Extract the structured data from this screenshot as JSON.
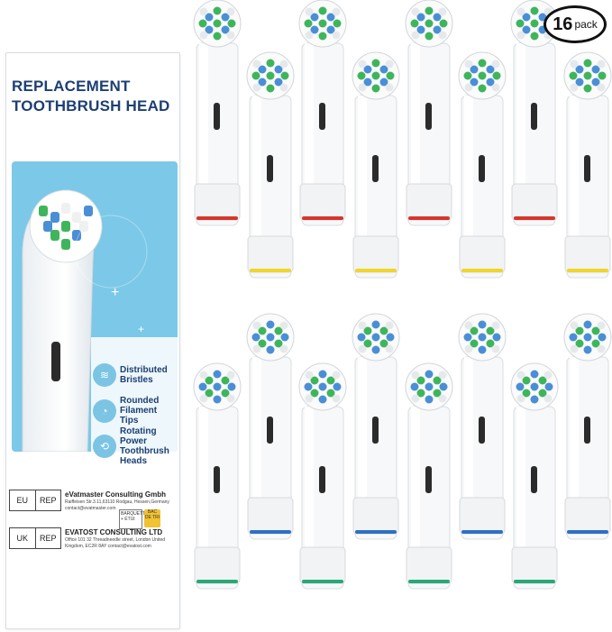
{
  "title_line1": "REPLACEMENT",
  "title_line2": "TOOTHBRUSH HEAD",
  "features": [
    {
      "label": "Distributed Bristles",
      "icon": "bristles-icon"
    },
    {
      "label": "Rounded Filament Tips",
      "icon": "filament-icon"
    },
    {
      "label": "Rotating Power Toothbrush Heads",
      "icon": "brush-icon"
    }
  ],
  "reps": [
    {
      "code": "EU",
      "tag": "REP",
      "name": "eVatmaster Consulting Gmbh",
      "address": "Raiffeisen Str.3.11,63110 Rodgau, Hessen,Germany contact@evatmaster.com"
    },
    {
      "code": "UK",
      "tag": "REP",
      "name": "EVATOST CONSULTING LTD",
      "address": "Office 101 32 Threadneedle street, London United Kingdom, EC2R 8AY contact@evatost.com"
    }
  ],
  "recycle_text": "BARQUETTE + ÉTUI",
  "recycle_bin": "BAC DE TRI",
  "badge_count": "16",
  "badge_word": "pack",
  "colors": {
    "red": "#d9342b",
    "yellow": "#f0d52a",
    "blue": "#2f6fc4",
    "green": "#28a878",
    "bristle_green": "#3fb55b",
    "bristle_blue": "#4a8fd6"
  },
  "heads": [
    {
      "ring": "red",
      "bristle": "green"
    },
    {
      "ring": "yellow",
      "bristle": "green"
    },
    {
      "ring": "red",
      "bristle": "green"
    },
    {
      "ring": "yellow",
      "bristle": "green"
    },
    {
      "ring": "red",
      "bristle": "green"
    },
    {
      "ring": "yellow",
      "bristle": "green"
    },
    {
      "ring": "red",
      "bristle": "green"
    },
    {
      "ring": "yellow",
      "bristle": "green"
    },
    {
      "ring": "green",
      "bristle": "blue"
    },
    {
      "ring": "blue",
      "bristle": "blue"
    },
    {
      "ring": "green",
      "bristle": "blue"
    },
    {
      "ring": "blue",
      "bristle": "blue"
    },
    {
      "ring": "green",
      "bristle": "blue"
    },
    {
      "ring": "blue",
      "bristle": "blue"
    },
    {
      "ring": "green",
      "bristle": "blue"
    },
    {
      "ring": "blue",
      "bristle": "blue"
    }
  ]
}
